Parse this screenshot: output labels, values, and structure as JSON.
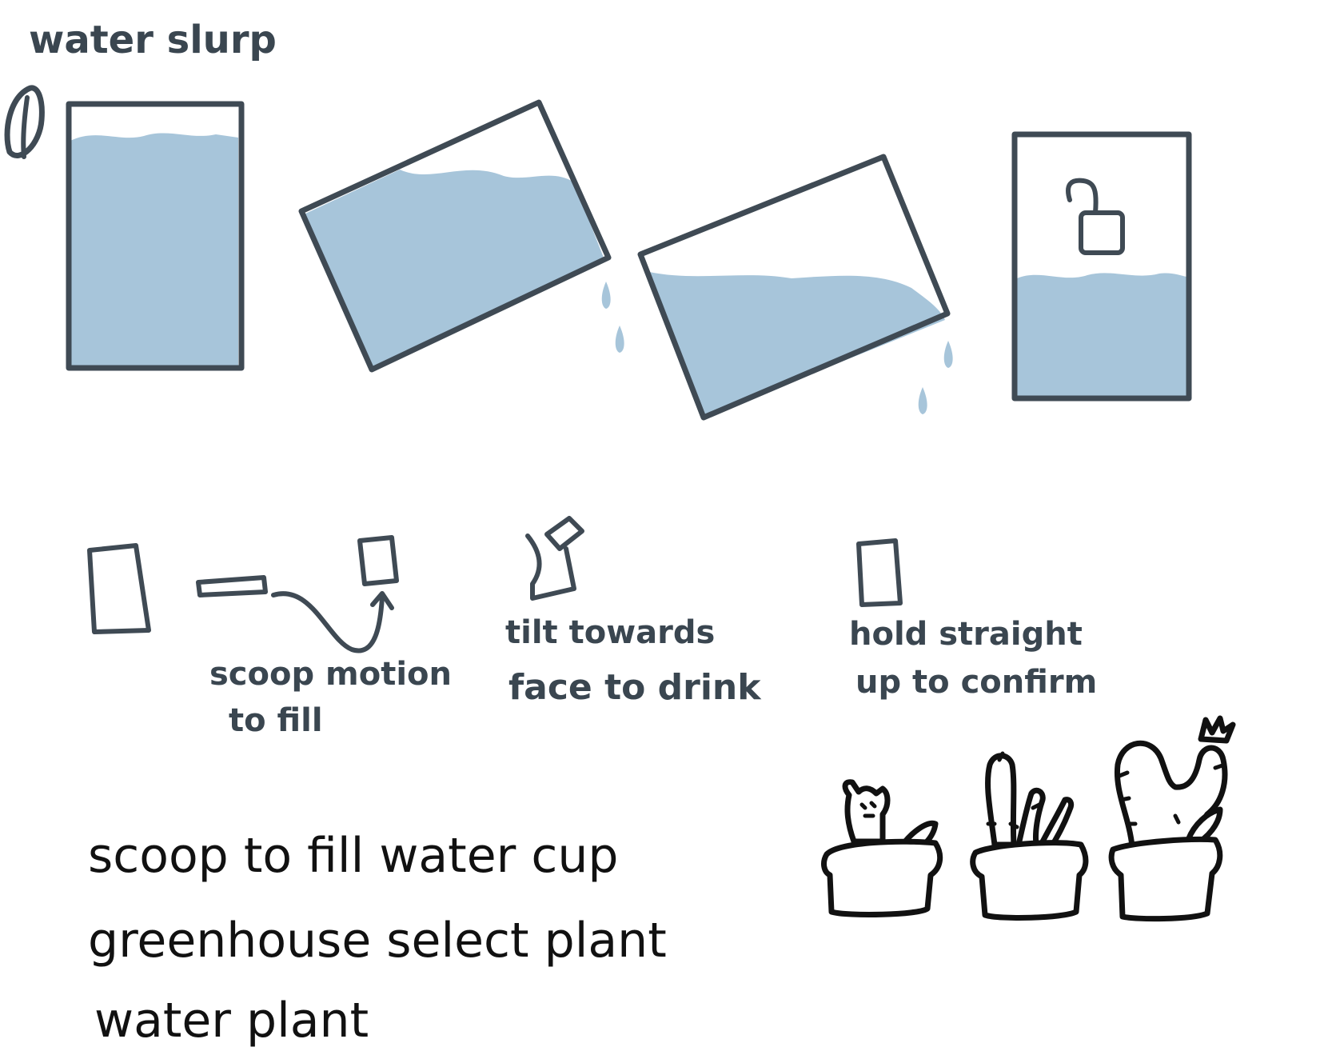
{
  "title": "water slurp",
  "steps": [
    {
      "label_lines": [
        "scoop motion",
        "to fill"
      ]
    },
    {
      "label_lines": [
        "tilt towards",
        "face to drink"
      ]
    },
    {
      "label_lines": [
        "hold straight",
        "up to confirm"
      ]
    }
  ],
  "notes": [
    "scoop to fill water cup",
    "greenhouse select plant",
    "water plant"
  ],
  "colors": {
    "ink": "#3f4a54",
    "water": "#a7c5da",
    "dark_ink": "#111111"
  }
}
